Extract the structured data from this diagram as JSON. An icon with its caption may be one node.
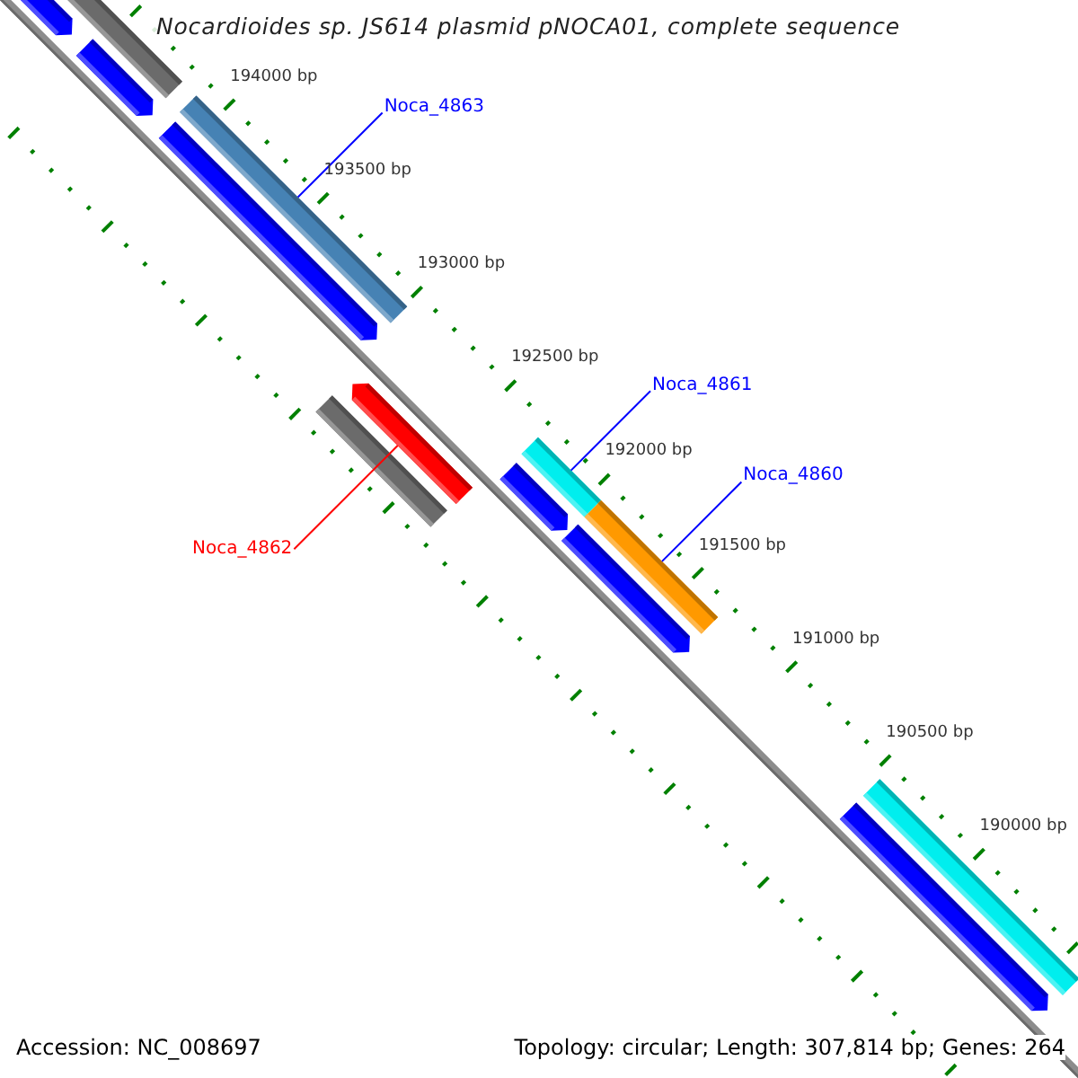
{
  "diagram": {
    "title": "Nocardioides sp. JS614 plasmid pNOCA01, complete sequence",
    "nodes": [
      {
        "text": [],
        "shape": "bar"
      },
      {
        "text": [],
        "shape": "bar"
      },
      {
        "text": [],
        "shape": "bar"
      },
      {
        "text": [],
        "shape": "bar"
      },
      {
        "text": [],
        "shape": "bar"
      },
      {
        "text": [
          "Noca_4863"
        ]
      },
      {
        "text": [],
        "shape": "bar"
      },
      {
        "text": [],
        "shape": "bar"
      },
      {
        "text": [
          "Noca_4861"
        ]
      },
      {
        "text": [],
        "shape": "bar"
      },
      {
        "text": [
          "Noca_4860"
        ]
      },
      {
        "text": [],
        "shape": "bar"
      },
      {
        "text": [],
        "shape": "bar"
      },
      {
        "text": [],
        "shape": "bar"
      },
      {
        "text": [
          "Noca_4862"
        ]
      },
      {
        "text": [],
        "shape": "bar"
      },
      {
        "text": [],
        "shape": "bar"
      }
    ],
    "edges": [
      {
        "from": 5,
        "to": 3,
        "arrow": "none"
      },
      {
        "from": 8,
        "to": 9,
        "arrow": "none"
      },
      {
        "from": 10,
        "to": 11,
        "arrow": "none"
      },
      {
        "from": 14,
        "to": 6,
        "arrow": "none",
        "color": "#ff0000"
      }
    ],
    "labels": [
      "194000 bp",
      "193500 bp",
      "193000 bp",
      "192500 bp",
      "192000 bp",
      "191500 bp",
      "191000 bp",
      "190500 bp",
      "190000 bp",
      "Accession: NC_008697",
      "Topology: circular; Length: 307,814 bp; Genes: 264"
    ]
  }
}
